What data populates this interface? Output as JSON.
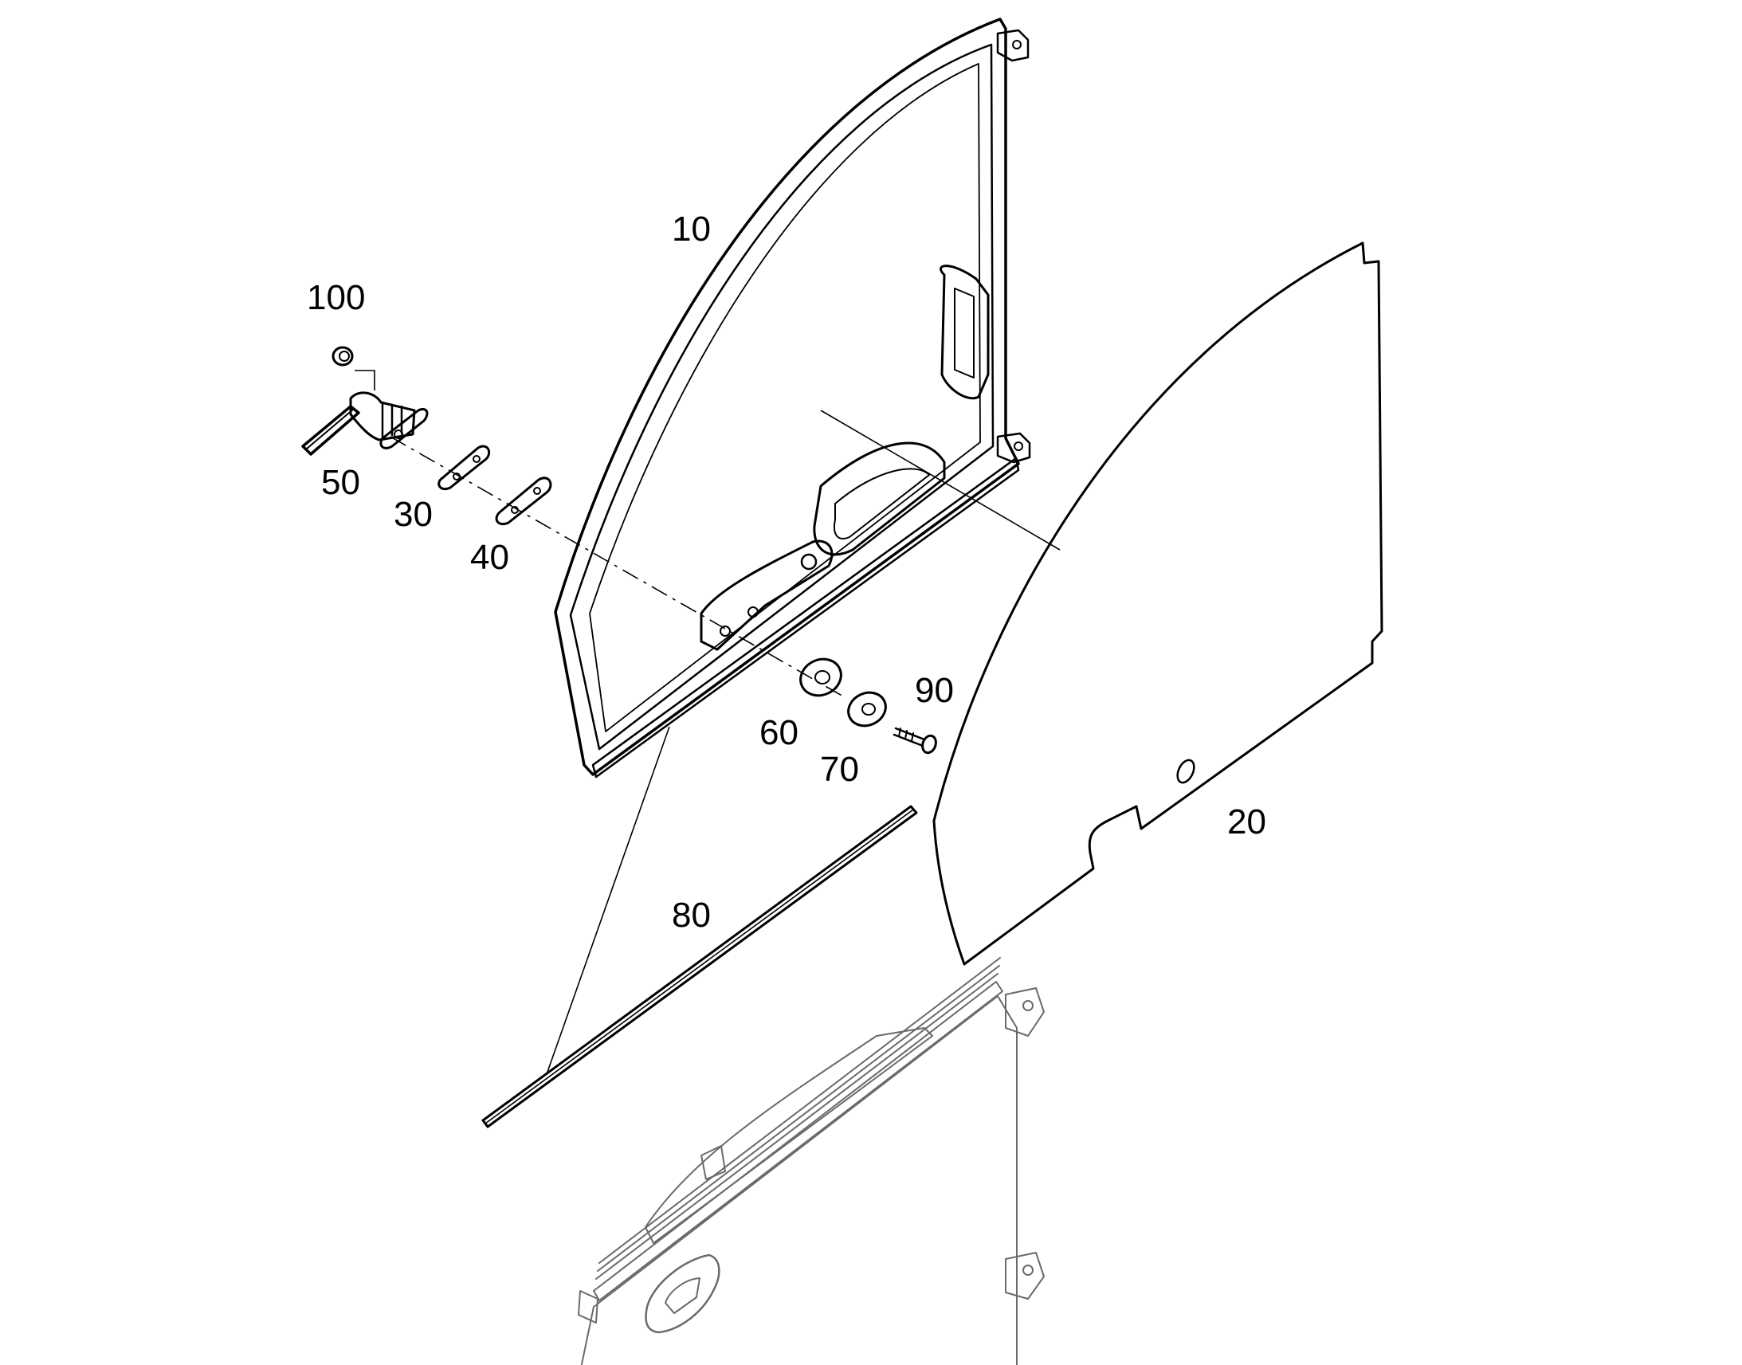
{
  "callouts": {
    "frame": "10",
    "glass": "20",
    "spacer_30": "30",
    "spacer_40": "40",
    "latch": "50",
    "washer_60": "60",
    "washer_70": "70",
    "seal": "80",
    "screw": "90",
    "nut": "100"
  },
  "colors": {
    "line": "#000000",
    "ghost_line": "#6a6a6a",
    "background": "#ffffff"
  }
}
